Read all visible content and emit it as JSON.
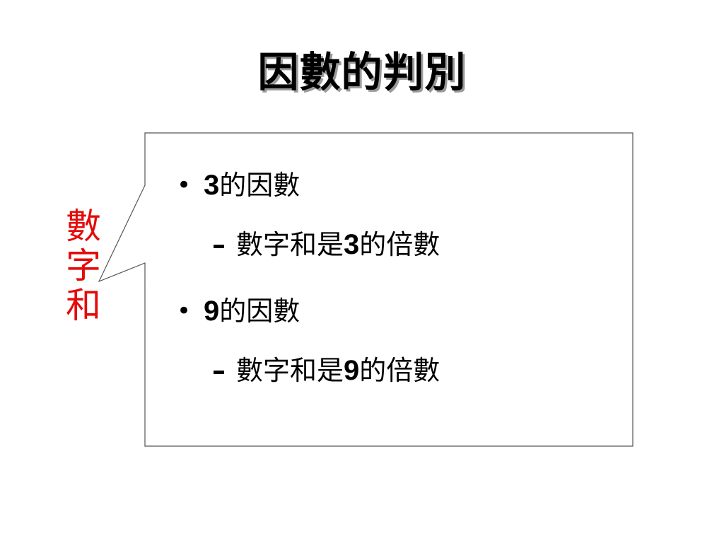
{
  "title": "因數的判別",
  "side_label": [
    "數",
    "字",
    "和"
  ],
  "items": [
    {
      "bullet": "•",
      "number": "3",
      "label": "的因數",
      "sub": {
        "dash": "–",
        "prefix": "數字和是",
        "number": "3",
        "suffix": "的倍數"
      }
    },
    {
      "bullet": "•",
      "number": "9",
      "label": "的因數",
      "sub": {
        "dash": "–",
        "prefix": "數字和是",
        "number": "9",
        "suffix": "的倍數"
      }
    }
  ],
  "colors": {
    "side_label": "#e30b0b",
    "border": "#555555",
    "title_shadow": "#9a9a9a"
  }
}
